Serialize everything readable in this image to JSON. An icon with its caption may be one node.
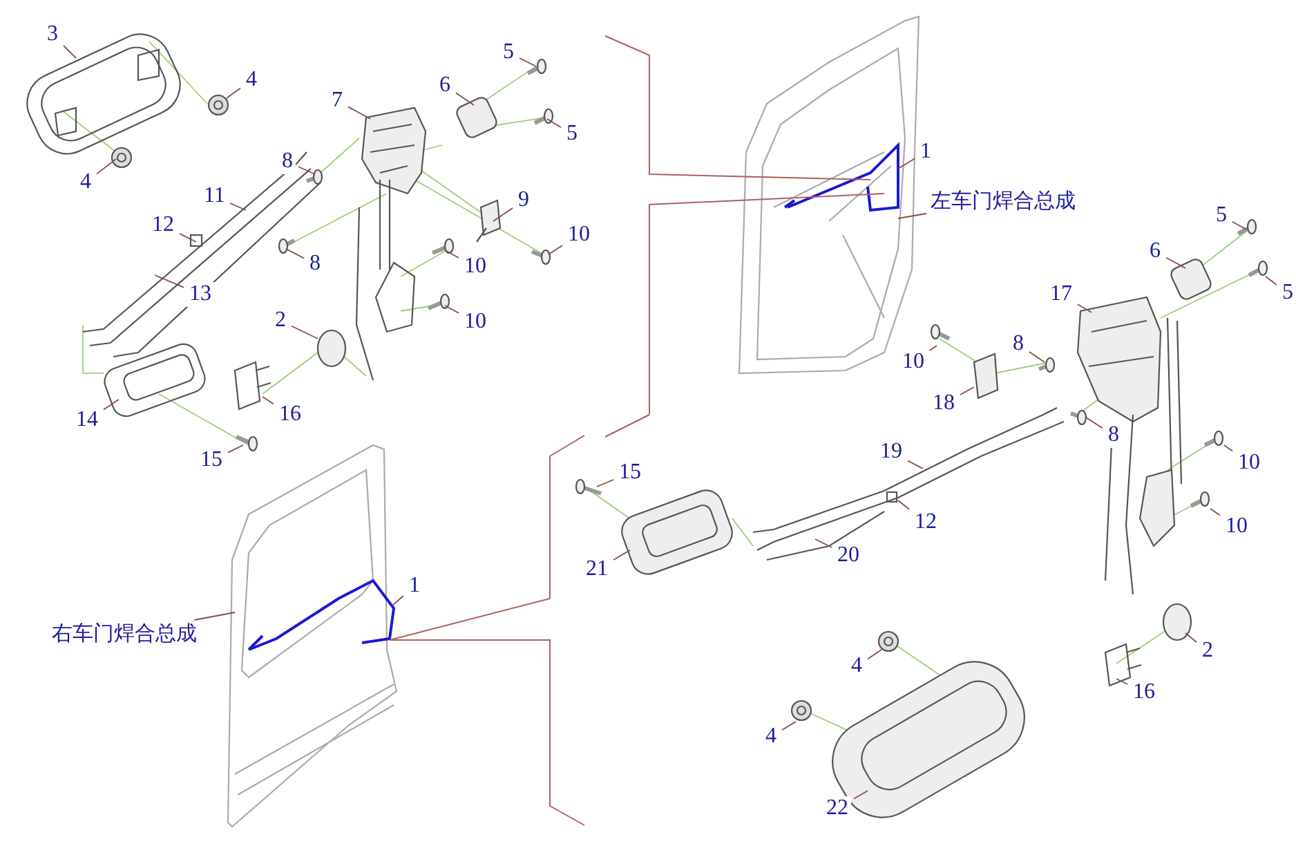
{
  "diagram": {
    "nodes": [
      {
        "text": [
          "3"
        ]
      },
      {
        "text": [
          "4"
        ]
      },
      {
        "text": [
          "4"
        ]
      },
      {
        "text": [
          "7"
        ]
      },
      {
        "text": [
          "6"
        ]
      },
      {
        "text": [
          "5"
        ]
      },
      {
        "text": [
          "5"
        ]
      },
      {
        "text": [
          "8"
        ]
      },
      {
        "text": [
          "11"
        ]
      },
      {
        "text": [
          "12"
        ]
      },
      {
        "text": [
          "8"
        ]
      },
      {
        "text": [
          "9"
        ]
      },
      {
        "text": [
          "10"
        ]
      },
      {
        "text": [
          "10"
        ]
      },
      {
        "text": [
          "13"
        ]
      },
      {
        "text": [
          "10"
        ]
      },
      {
        "text": [
          "2"
        ]
      },
      {
        "text": [
          "14"
        ]
      },
      {
        "text": [
          "16"
        ]
      },
      {
        "text": [
          "15"
        ]
      },
      {
        "text": [
          "1"
        ]
      },
      {
        "text": [
          "左车门焊合总成"
        ]
      },
      {
        "text": [
          "5"
        ]
      },
      {
        "text": [
          "6"
        ]
      },
      {
        "text": [
          "5"
        ]
      },
      {
        "text": [
          "17"
        ]
      },
      {
        "text": [
          "10"
        ]
      },
      {
        "text": [
          "8"
        ]
      },
      {
        "text": [
          "18"
        ]
      },
      {
        "text": [
          "8"
        ]
      },
      {
        "text": [
          "19"
        ]
      },
      {
        "text": [
          "15"
        ]
      },
      {
        "text": [
          "12"
        ]
      },
      {
        "text": [
          "10"
        ]
      },
      {
        "text": [
          "10"
        ]
      },
      {
        "text": [
          "21"
        ]
      },
      {
        "text": [
          "20"
        ]
      },
      {
        "text": [
          "1"
        ]
      },
      {
        "text": [
          "右车门焊合总成"
        ]
      },
      {
        "text": [
          "2"
        ]
      },
      {
        "text": [
          "4"
        ]
      },
      {
        "text": [
          "16"
        ]
      },
      {
        "text": [
          "4"
        ]
      },
      {
        "text": [
          "22"
        ]
      }
    ],
    "edges": [
      {
        "from": 0,
        "to": null,
        "arrow": "none"
      },
      {
        "from": 1,
        "to": null,
        "arrow": "none"
      },
      {
        "from": 2,
        "to": null,
        "arrow": "none"
      },
      {
        "from": 3,
        "to": null,
        "arrow": "none"
      },
      {
        "from": 4,
        "to": null,
        "arrow": "none"
      },
      {
        "from": 5,
        "to": null,
        "arrow": "none"
      },
      {
        "from": 6,
        "to": null,
        "arrow": "none"
      },
      {
        "from": 7,
        "to": null,
        "arrow": "none"
      },
      {
        "from": 8,
        "to": null,
        "arrow": "none"
      },
      {
        "from": 9,
        "to": null,
        "arrow": "none"
      },
      {
        "from": 10,
        "to": null,
        "arrow": "none"
      },
      {
        "from": 11,
        "to": null,
        "arrow": "none"
      },
      {
        "from": 12,
        "to": null,
        "arrow": "none"
      },
      {
        "from": 13,
        "to": null,
        "arrow": "none"
      },
      {
        "from": 14,
        "to": null,
        "arrow": "none"
      },
      {
        "from": 15,
        "to": null,
        "arrow": "none"
      },
      {
        "from": 16,
        "to": null,
        "arrow": "none"
      },
      {
        "from": 17,
        "to": null,
        "arrow": "none"
      },
      {
        "from": 18,
        "to": null,
        "arrow": "none"
      },
      {
        "from": 19,
        "to": null,
        "arrow": "none"
      },
      {
        "from": 20,
        "to": null,
        "arrow": "none"
      },
      {
        "from": 21,
        "to": null,
        "arrow": "none"
      },
      {
        "from": 22,
        "to": null,
        "arrow": "none"
      },
      {
        "from": 23,
        "to": null,
        "arrow": "none"
      },
      {
        "from": 24,
        "to": null,
        "arrow": "none"
      },
      {
        "from": 25,
        "to": null,
        "arrow": "none"
      },
      {
        "from": 26,
        "to": null,
        "arrow": "none"
      },
      {
        "from": 27,
        "to": null,
        "arrow": "none"
      },
      {
        "from": 28,
        "to": null,
        "arrow": "none"
      },
      {
        "from": 29,
        "to": null,
        "arrow": "none"
      },
      {
        "from": 30,
        "to": null,
        "arrow": "none"
      },
      {
        "from": 31,
        "to": null,
        "arrow": "none"
      },
      {
        "from": 32,
        "to": null,
        "arrow": "none"
      },
      {
        "from": 33,
        "to": null,
        "arrow": "none"
      },
      {
        "from": 34,
        "to": null,
        "arrow": "none"
      },
      {
        "from": 35,
        "to": null,
        "arrow": "none"
      },
      {
        "from": 36,
        "to": null,
        "arrow": "none"
      },
      {
        "from": 37,
        "to": null,
        "arrow": "none"
      },
      {
        "from": 38,
        "to": null,
        "arrow": "none"
      },
      {
        "from": 39,
        "to": null,
        "arrow": "none"
      },
      {
        "from": 40,
        "to": null,
        "arrow": "none"
      },
      {
        "from": 41,
        "to": null,
        "arrow": "none"
      },
      {
        "from": 42,
        "to": null,
        "arrow": "none"
      },
      {
        "from": 43,
        "to": null,
        "arrow": "none"
      }
    ]
  }
}
